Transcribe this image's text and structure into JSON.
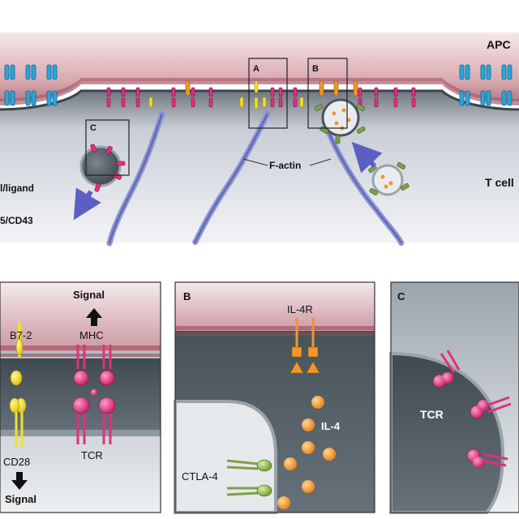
{
  "top": {
    "apc_label": "APC",
    "tcell_label": "T cell",
    "factin_label": "F-actin",
    "ligand_label": "l/ligand",
    "cd43_label": "5/CD43",
    "box_a_label": "A",
    "box_b_label": "B",
    "box_c_label": "C"
  },
  "panel_a": {
    "b72_label": "B7-2",
    "mhc_label": "MHC",
    "cd28_label": "CD28",
    "tcr_label": "TCR",
    "signal_top_label": "Signal",
    "signal_bottom_label": "Signal"
  },
  "panel_b": {
    "title": "B",
    "il4r_label": "IL-4R",
    "il4_label": "IL-4",
    "ctla4_label": "CTLA-4"
  },
  "panel_c": {
    "title": "C",
    "tcr_label": "TCR"
  },
  "colors": {
    "apc_membrane": "#c98c96",
    "tcell_body": "#dde0e6",
    "actin": "#8c93d4",
    "tcr_magenta": "#e0307f",
    "b7_yellow": "#f3e02a",
    "il4_orange": "#f0962a",
    "ctla4_green": "#7ea04a",
    "integrin_blue": "#2aa6d9",
    "arrow_blue": "#5b5fc4"
  }
}
